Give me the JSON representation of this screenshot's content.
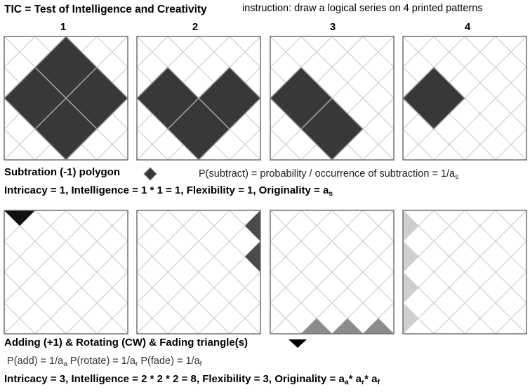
{
  "header": {
    "title": "TIC = Test of Intelligence and Creativity",
    "instruction": "instruction: draw a logical series on 4 printed patterns",
    "panel_numbers": [
      "1",
      "2",
      "3",
      "4"
    ]
  },
  "section1": {
    "caption": "Subtration (-1) polygon",
    "probability_text": "P(subtract) = probability / occurrence of subtraction = 1/a",
    "probability_sub": "s",
    "metrics_text": "Intricacy = 1, Intelligence = 1 * 1 = 1, Flexibility = 1, Originality = a",
    "metrics_sub": "s",
    "diamonds_per_panel": [
      4,
      3,
      2,
      1
    ]
  },
  "section2": {
    "caption": "Adding (+1) & Rotating (CW) & Fading triangle(s)",
    "p_add": "P(add) = 1/a",
    "p_add_sub": "a",
    "p_rotate": "P(rotate) = 1/a",
    "p_rotate_sub": "r",
    "p_fade": "P(fade) = 1/a",
    "p_fade_sub": "f",
    "metrics_text": "Intricacy = 3, Intelligence = 2 * 2 * 2 = 8, Flexibility = 3, Originality = a",
    "originality_subs": [
      "a",
      "r",
      "f"
    ],
    "triangles_per_panel": [
      1,
      2,
      3,
      4
    ],
    "triangle_fill_colors": [
      "#111111",
      "#4a4a4a",
      "#8c8c8c",
      "#cfcfcf"
    ]
  },
  "colors": {
    "diamond": "#383838",
    "grid_line": "#c8c8c8",
    "frame": "#707070"
  }
}
